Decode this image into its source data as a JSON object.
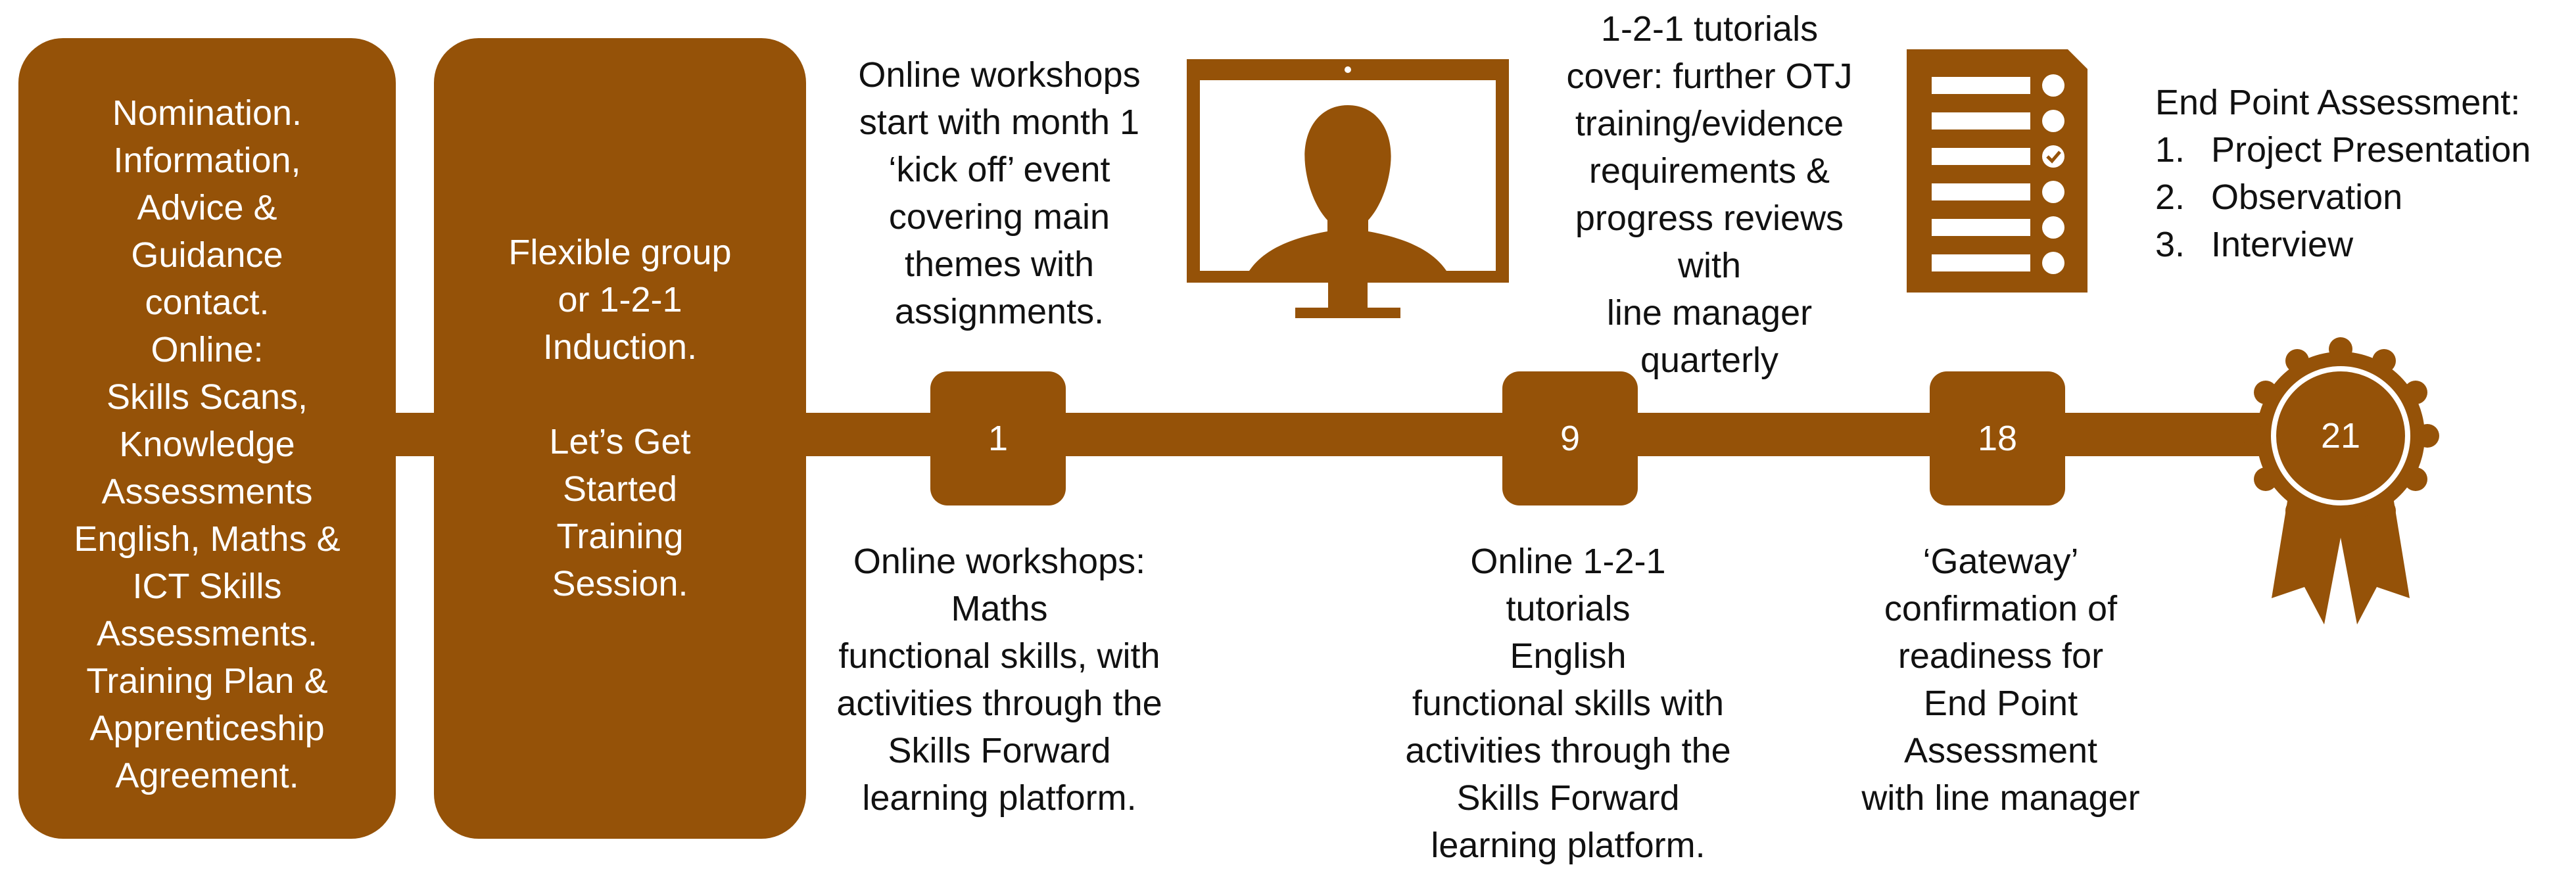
{
  "colors": {
    "brown": "#955208",
    "text": "#111111",
    "white": "#ffffff"
  },
  "box1": {
    "lines": [
      "Nomination.",
      "Information,",
      "Advice &",
      "Guidance",
      "contact.",
      "Online:",
      "Skills Scans,",
      "Knowledge",
      "Assessments",
      "English, Maths &",
      "ICT Skills",
      "Assessments.",
      "Training Plan &",
      "Apprenticeship",
      "Agreement."
    ]
  },
  "box2": {
    "group1": [
      "Flexible group",
      "or 1-2-1",
      "Induction."
    ],
    "group2": [
      "Let’s Get",
      "Started",
      "Training",
      "Session."
    ]
  },
  "milestones": [
    "1",
    "9",
    "18",
    "21"
  ],
  "top_texts": {
    "m1": [
      "Online workshops",
      "start with month 1",
      "‘kick off’ event",
      "covering main",
      "themes with",
      "assignments."
    ],
    "m9": [
      "1-2-1 tutorials",
      "cover: further OTJ",
      "training/evidence",
      "requirements &",
      "progress reviews",
      "with",
      "line manager",
      "quarterly"
    ]
  },
  "bottom_texts": {
    "m1": [
      "Online workshops:",
      "Maths",
      "functional skills, with",
      "activities through the",
      "Skills Forward",
      "learning platform."
    ],
    "m9": [
      "Online 1-2-1",
      "tutorials",
      "English",
      "functional skills with",
      "activities through the",
      "Skills Forward",
      "learning platform."
    ],
    "m18": [
      "‘Gateway’",
      "confirmation of",
      "readiness for",
      "End Point",
      "Assessment",
      "with line manager"
    ]
  },
  "epa": {
    "title": "End Point  Assessment:",
    "items": [
      {
        "num": "1.",
        "label": "Project Presentation"
      },
      {
        "num": "2.",
        "label": "Observation"
      },
      {
        "num": "3.",
        "label": "Interview"
      }
    ]
  },
  "icons": [
    "computer-monitor-user-icon",
    "checklist-document-icon",
    "award-rosette-icon"
  ]
}
